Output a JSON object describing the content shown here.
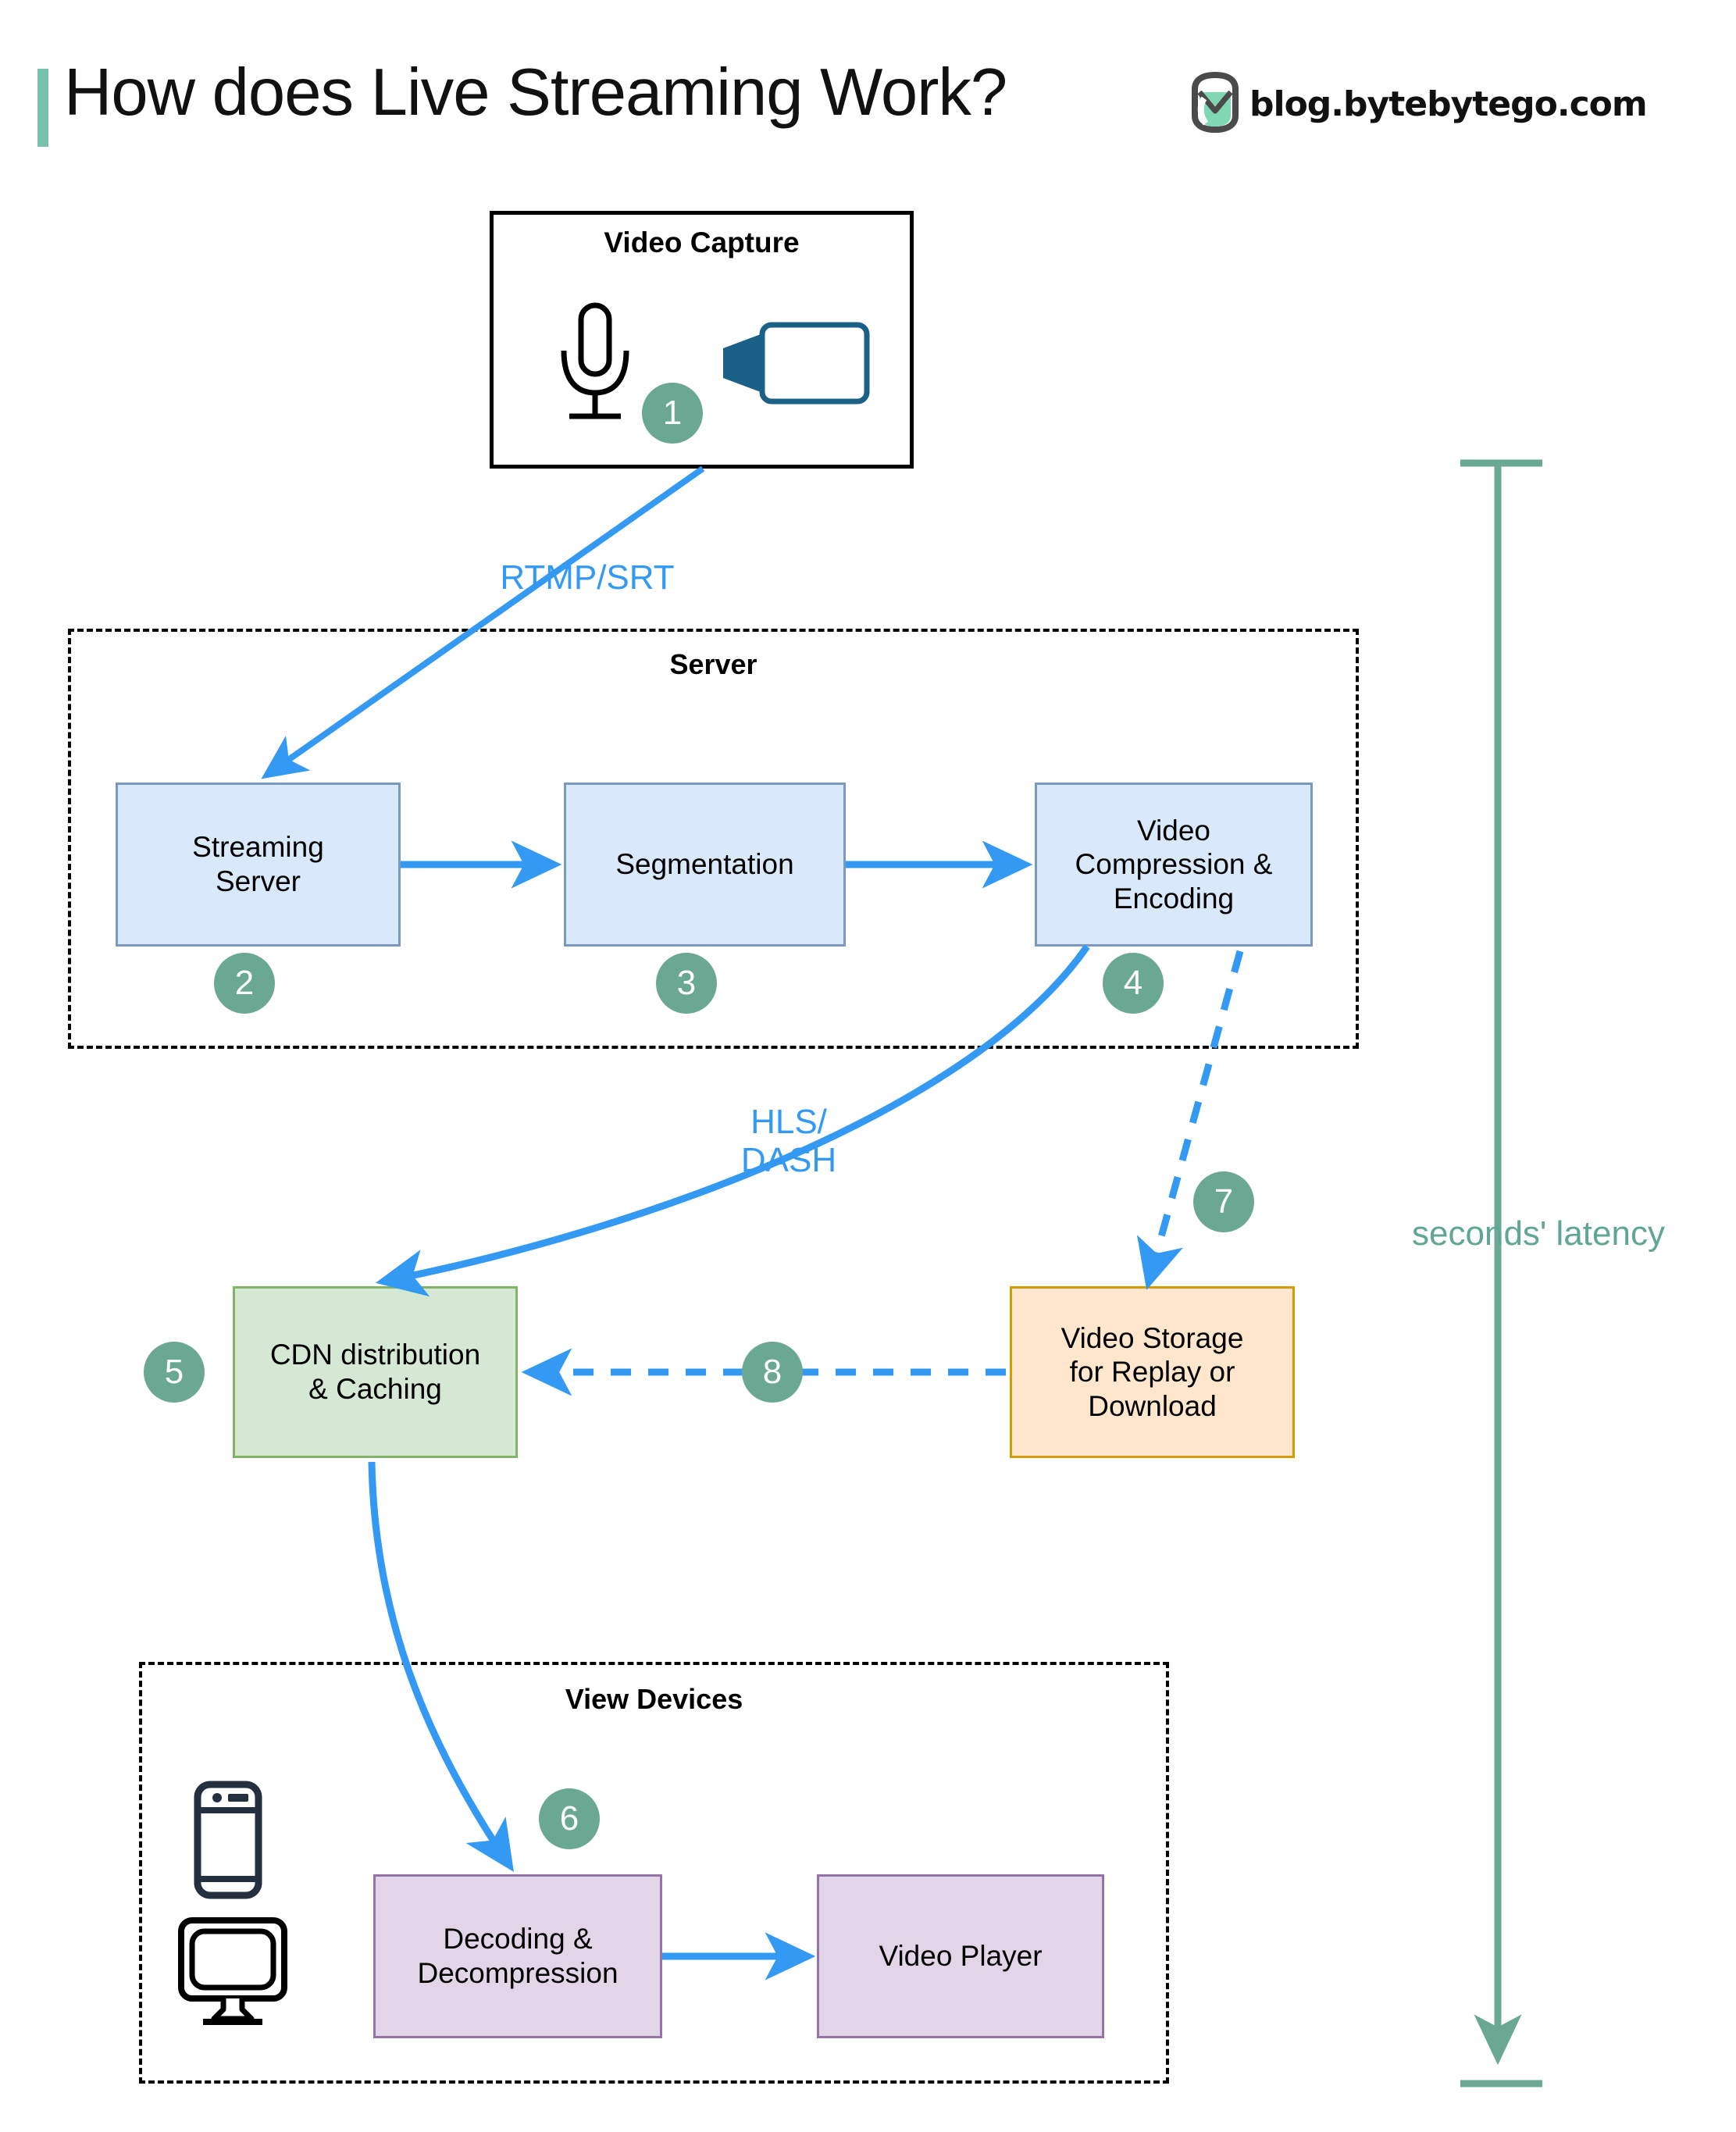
{
  "header": {
    "title": "How does Live Streaming Work?",
    "brand_text": "blog.bytebytego.com",
    "accent_color": "#76c2ab"
  },
  "colors": {
    "accent_teal": "#76c2ab",
    "badge_green": "#6aa894",
    "arrow_blue": "#3399f3",
    "node_blue_fill": "#dae8fc",
    "node_blue_stroke": "#7b98bf",
    "node_green_fill": "#d5e8d4",
    "node_green_stroke": "#82b366",
    "node_orange_fill": "#ffe6cc",
    "node_orange_stroke": "#d79b00",
    "node_purple_fill": "#e1d5e7",
    "node_purple_stroke": "#9673a6",
    "latency_text": "#5fa694"
  },
  "groups": [
    {
      "id": "video-capture",
      "title": "Video Capture"
    },
    {
      "id": "server",
      "title": "Server"
    },
    {
      "id": "view-devices",
      "title": "View Devices"
    }
  ],
  "nodes": [
    {
      "id": "streaming-server",
      "label": "Streaming\nServer",
      "style": "blue"
    },
    {
      "id": "segmentation",
      "label": "Segmentation",
      "style": "blue"
    },
    {
      "id": "video-compression",
      "label": "Video\nCompression &\nEncoding",
      "style": "blue"
    },
    {
      "id": "cdn",
      "label": "CDN distribution\n& Caching",
      "style": "green"
    },
    {
      "id": "video-storage",
      "label": "Video Storage\nfor Replay or\nDownload",
      "style": "orange"
    },
    {
      "id": "decoding",
      "label": "Decoding &\nDecompression",
      "style": "purple"
    },
    {
      "id": "video-player",
      "label": "Video Player",
      "style": "purple"
    }
  ],
  "steps": [
    {
      "n": "1",
      "for": "video-capture"
    },
    {
      "n": "2",
      "for": "streaming-server"
    },
    {
      "n": "3",
      "for": "segmentation"
    },
    {
      "n": "4",
      "for": "video-compression"
    },
    {
      "n": "5",
      "for": "cdn"
    },
    {
      "n": "6",
      "for": "decoding"
    },
    {
      "n": "7",
      "for": "storage-link"
    },
    {
      "n": "8",
      "for": "storage-to-cdn"
    }
  ],
  "edge_labels": [
    {
      "id": "rtmp-srt",
      "line1": "RTMP/SRT",
      "line2": ""
    },
    {
      "id": "hls-dash",
      "line1": "HLS/",
      "line2": "DASH"
    }
  ],
  "annotations": {
    "latency": "seconds' latency"
  },
  "icons": {
    "microphone": "microphone-icon",
    "camera": "video-camera-icon",
    "phone": "mobile-phone-icon",
    "monitor": "desktop-monitor-icon",
    "logo": "bytebytego-logo-icon"
  }
}
